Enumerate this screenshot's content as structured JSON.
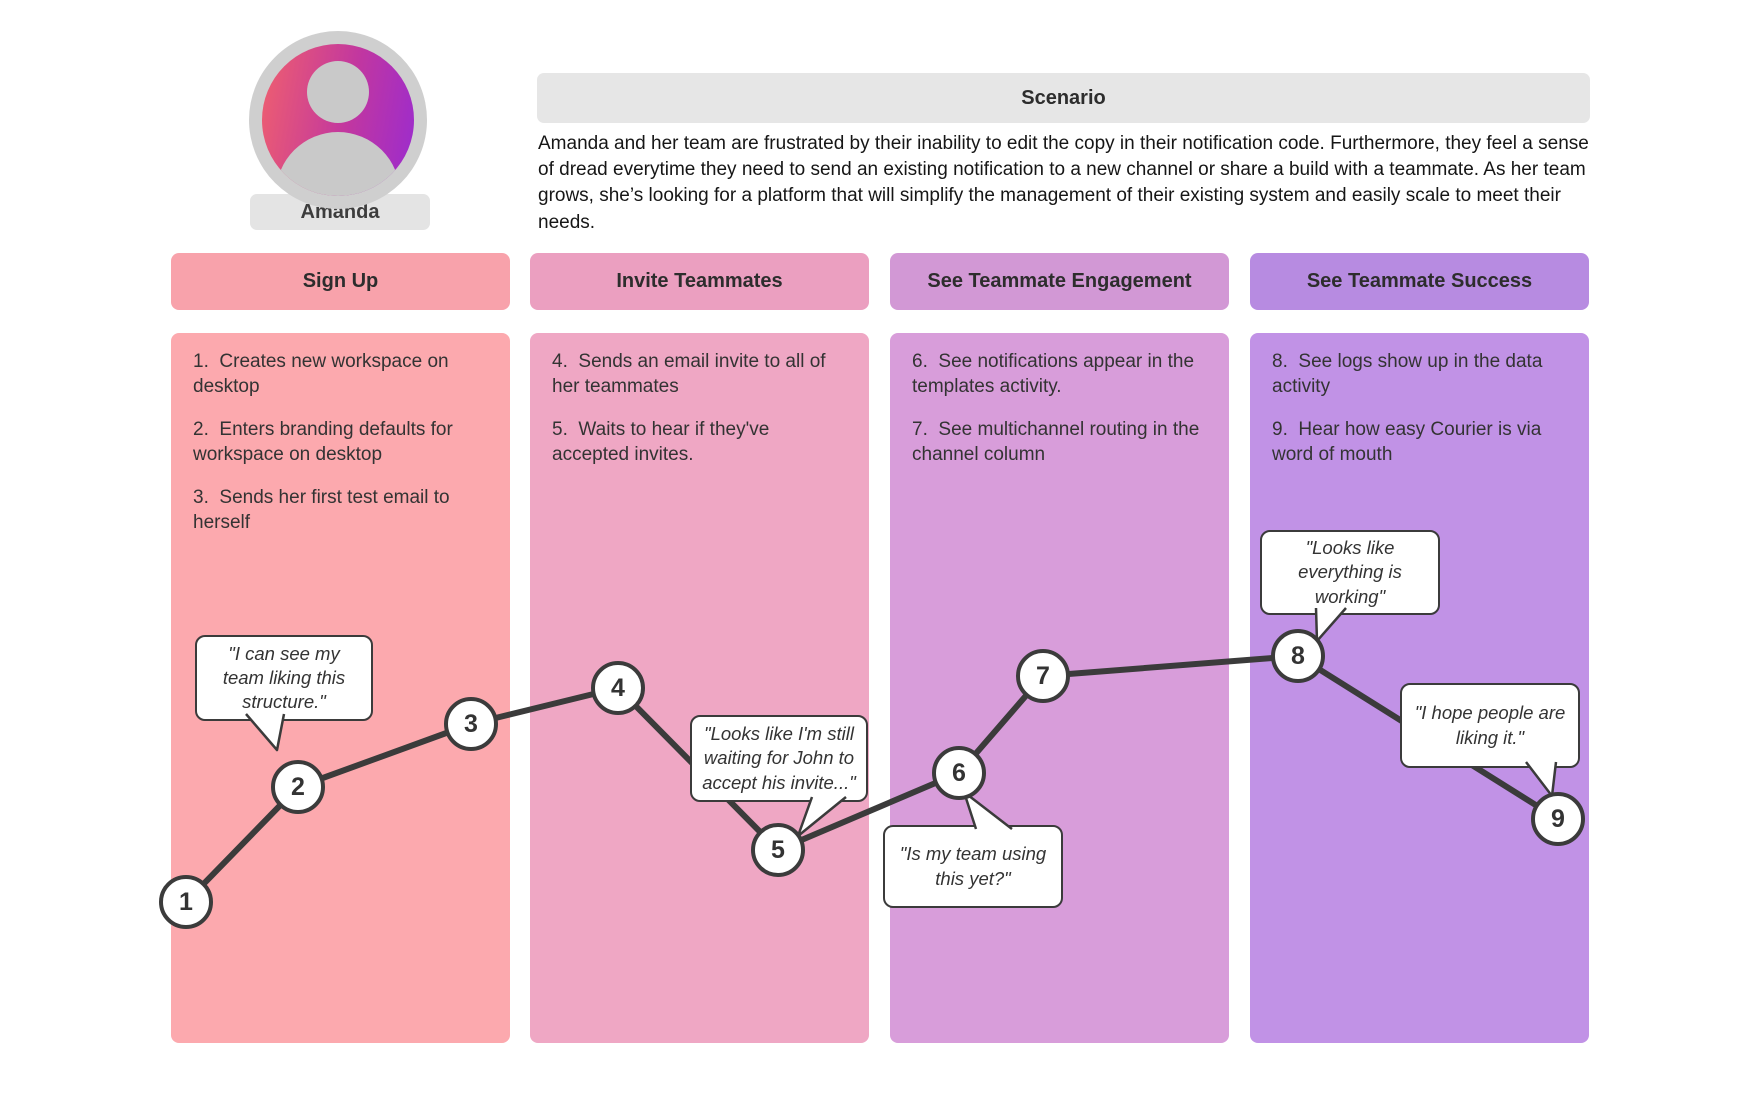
{
  "persona": {
    "name": "Amanda"
  },
  "scenario": {
    "title": "Scenario",
    "description": "Amanda and her team are frustrated by their inability to edit the copy in their notification code. Furthermore, they feel a sense of dread everytime they need to send an existing notification to a new channel or share a build with a teammate. As her team grows, she’s looking for a platform that will simplify the management of their existing system and easily scale to meet their needs."
  },
  "columns": [
    {
      "title": "Sign Up",
      "header_color": "#F8A2AB",
      "body_color": "#FCA9AE",
      "items": [
        "1.  Creates new workspace on desktop",
        "2.  Enters branding defaults for workspace on desktop",
        "3.  Sends her first test email to herself"
      ]
    },
    {
      "title": "Invite Teammates",
      "header_color": "#EB9FC0",
      "body_color": "#EFA7C4",
      "items": [
        "4.  Sends an email invite to all of her teammates",
        "5.  Waits to hear if they've accepted invites."
      ]
    },
    {
      "title": "See Teammate Engagement",
      "header_color": "#D298D5",
      "body_color": "#D89DDA",
      "items": [
        "6.  See notifications appear in the templates activity.",
        "7.  See multichannel routing in the channel column"
      ]
    },
    {
      "title": "See Teammate Success",
      "header_color": "#B78BE1",
      "body_color": "#C192E6",
      "items": [
        "8.  See logs show up in the data activity",
        "9.  Hear how easy Courier is via word of mouth"
      ]
    }
  ],
  "journey": {
    "line_color": "#3B3B3B",
    "nodes": [
      {
        "label": "1"
      },
      {
        "label": "2"
      },
      {
        "label": "3"
      },
      {
        "label": "4"
      },
      {
        "label": "5"
      },
      {
        "label": "6"
      },
      {
        "label": "7"
      },
      {
        "label": "8"
      },
      {
        "label": "9"
      }
    ],
    "bubbles": [
      {
        "text": "\"I can see my team liking this structure.\""
      },
      {
        "text": "\"Looks like I'm still waiting for John to accept his invite...\""
      },
      {
        "text": "\"Is my team using this yet?\""
      },
      {
        "text": "\"Looks like everything is working\""
      },
      {
        "text": "\"I hope people are liking it.\""
      }
    ]
  }
}
